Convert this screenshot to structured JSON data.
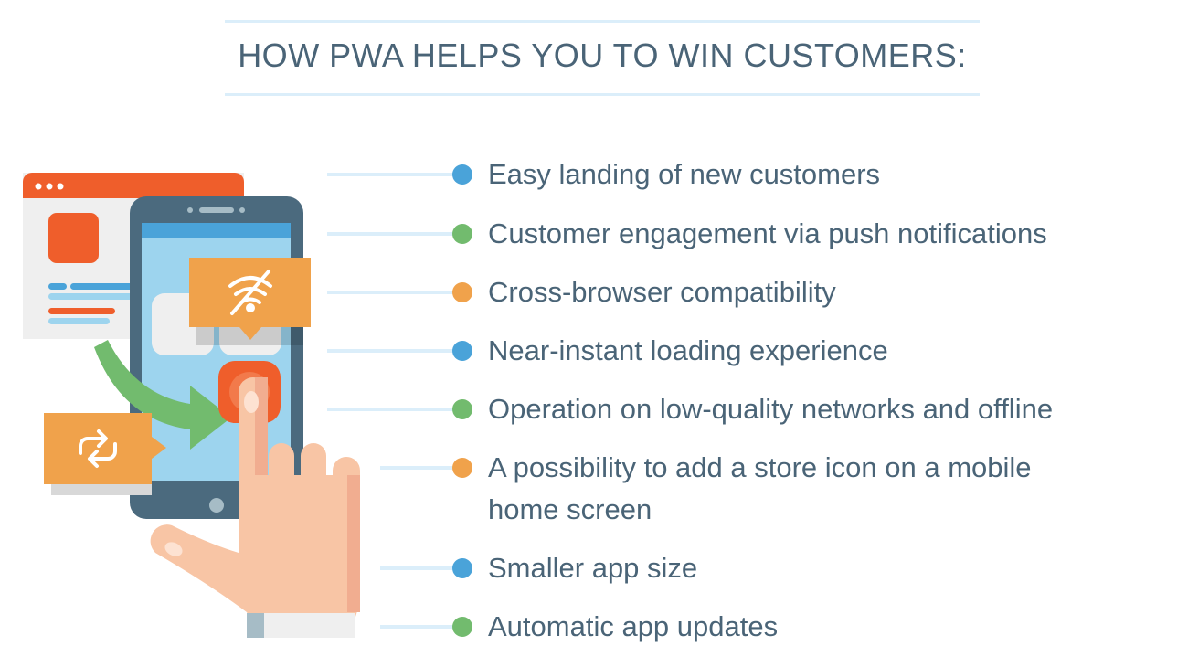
{
  "header": {
    "title": "HOW PWA HELPS YOU TO WIN CUSTOMERS:"
  },
  "colors": {
    "text": "#4a6477",
    "rule": "#dbeefa",
    "blue": "#4aa3d9",
    "green": "#72bb6e",
    "orange": "#f0a24b",
    "red_orange": "#ef5e2b",
    "phone": "#4b6a7e",
    "screen": "#9dd4ee"
  },
  "benefits": [
    {
      "label": "Easy landing of new customers",
      "dot_color": "blue"
    },
    {
      "label": "Customer engagement via push notifications",
      "dot_color": "green"
    },
    {
      "label": "Cross-browser compatibility",
      "dot_color": "orange"
    },
    {
      "label": "Near-instant loading experience",
      "dot_color": "blue"
    },
    {
      "label": "Operation on low-quality networks and offline",
      "dot_color": "green"
    },
    {
      "label": "A possibility to add a store icon on a mobile",
      "label_line2": "home screen",
      "dot_color": "orange"
    },
    {
      "label": "Smaller app size",
      "dot_color": "blue"
    },
    {
      "label": "Automatic app updates",
      "dot_color": "green"
    }
  ],
  "illustration": {
    "icons": [
      "browser-window-icon",
      "smartphone-icon",
      "no-wifi-icon",
      "sync-icon",
      "pointing-hand-icon",
      "green-arrow-icon"
    ]
  }
}
